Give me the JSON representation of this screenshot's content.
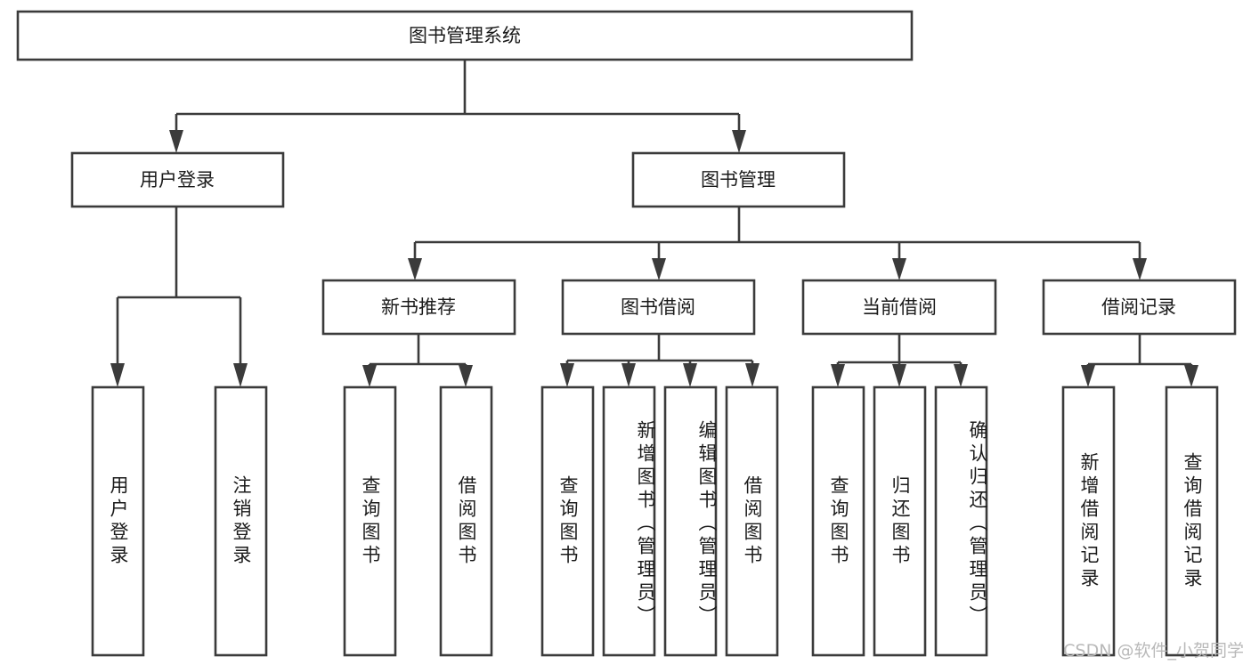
{
  "diagram": {
    "type": "tree-hierarchy",
    "title": "图书管理系统",
    "orientation": "top-down",
    "colors": {
      "box_stroke": "#3b3b3b",
      "box_fill": "#ffffff",
      "connector": "#3b3b3b",
      "text": "#1b1b1b",
      "watermark": "#b9b9b9",
      "background": "#ffffff"
    },
    "root": {
      "label": "图书管理系统",
      "id": "root"
    },
    "level2": [
      {
        "id": "user-login",
        "label": "用户登录"
      },
      {
        "id": "book-manage",
        "label": "图书管理"
      }
    ],
    "level3": [
      {
        "id": "new-book-rec",
        "label": "新书推荐",
        "parent": "book-manage"
      },
      {
        "id": "book-borrow",
        "label": "图书借阅",
        "parent": "book-manage"
      },
      {
        "id": "current-borrow",
        "label": "当前借阅",
        "parent": "book-manage"
      },
      {
        "id": "borrow-record",
        "label": "借阅记录",
        "parent": "book-manage"
      }
    ],
    "leaves": [
      {
        "id": "leaf-user-login",
        "label": "用户登录",
        "parent": "user-login"
      },
      {
        "id": "leaf-logout-login",
        "label": "注销登录",
        "parent": "user-login"
      },
      {
        "id": "leaf-query-book-1",
        "label": "查询图书",
        "parent": "new-book-rec"
      },
      {
        "id": "leaf-borrow-book-1",
        "label": "借阅图书",
        "parent": "new-book-rec"
      },
      {
        "id": "leaf-query-book-2",
        "label": "查询图书",
        "parent": "book-borrow"
      },
      {
        "id": "leaf-add-book",
        "label": "新增图书（管理员）",
        "parent": "book-borrow"
      },
      {
        "id": "leaf-edit-book",
        "label": "编辑图书（管理员）",
        "parent": "book-borrow"
      },
      {
        "id": "leaf-borrow-book-2",
        "label": "借阅图书",
        "parent": "book-borrow"
      },
      {
        "id": "leaf-query-book-3",
        "label": "查询图书",
        "parent": "current-borrow"
      },
      {
        "id": "leaf-return-book",
        "label": "归还图书",
        "parent": "current-borrow"
      },
      {
        "id": "leaf-confirm-return",
        "label": "确认归还（管理员）",
        "parent": "current-borrow"
      },
      {
        "id": "leaf-add-record",
        "label": "新增借阅记录",
        "parent": "borrow-record"
      },
      {
        "id": "leaf-query-record",
        "label": "查询借阅记录",
        "parent": "borrow-record"
      }
    ],
    "watermark": "CSDN @软件_小贺同学"
  }
}
